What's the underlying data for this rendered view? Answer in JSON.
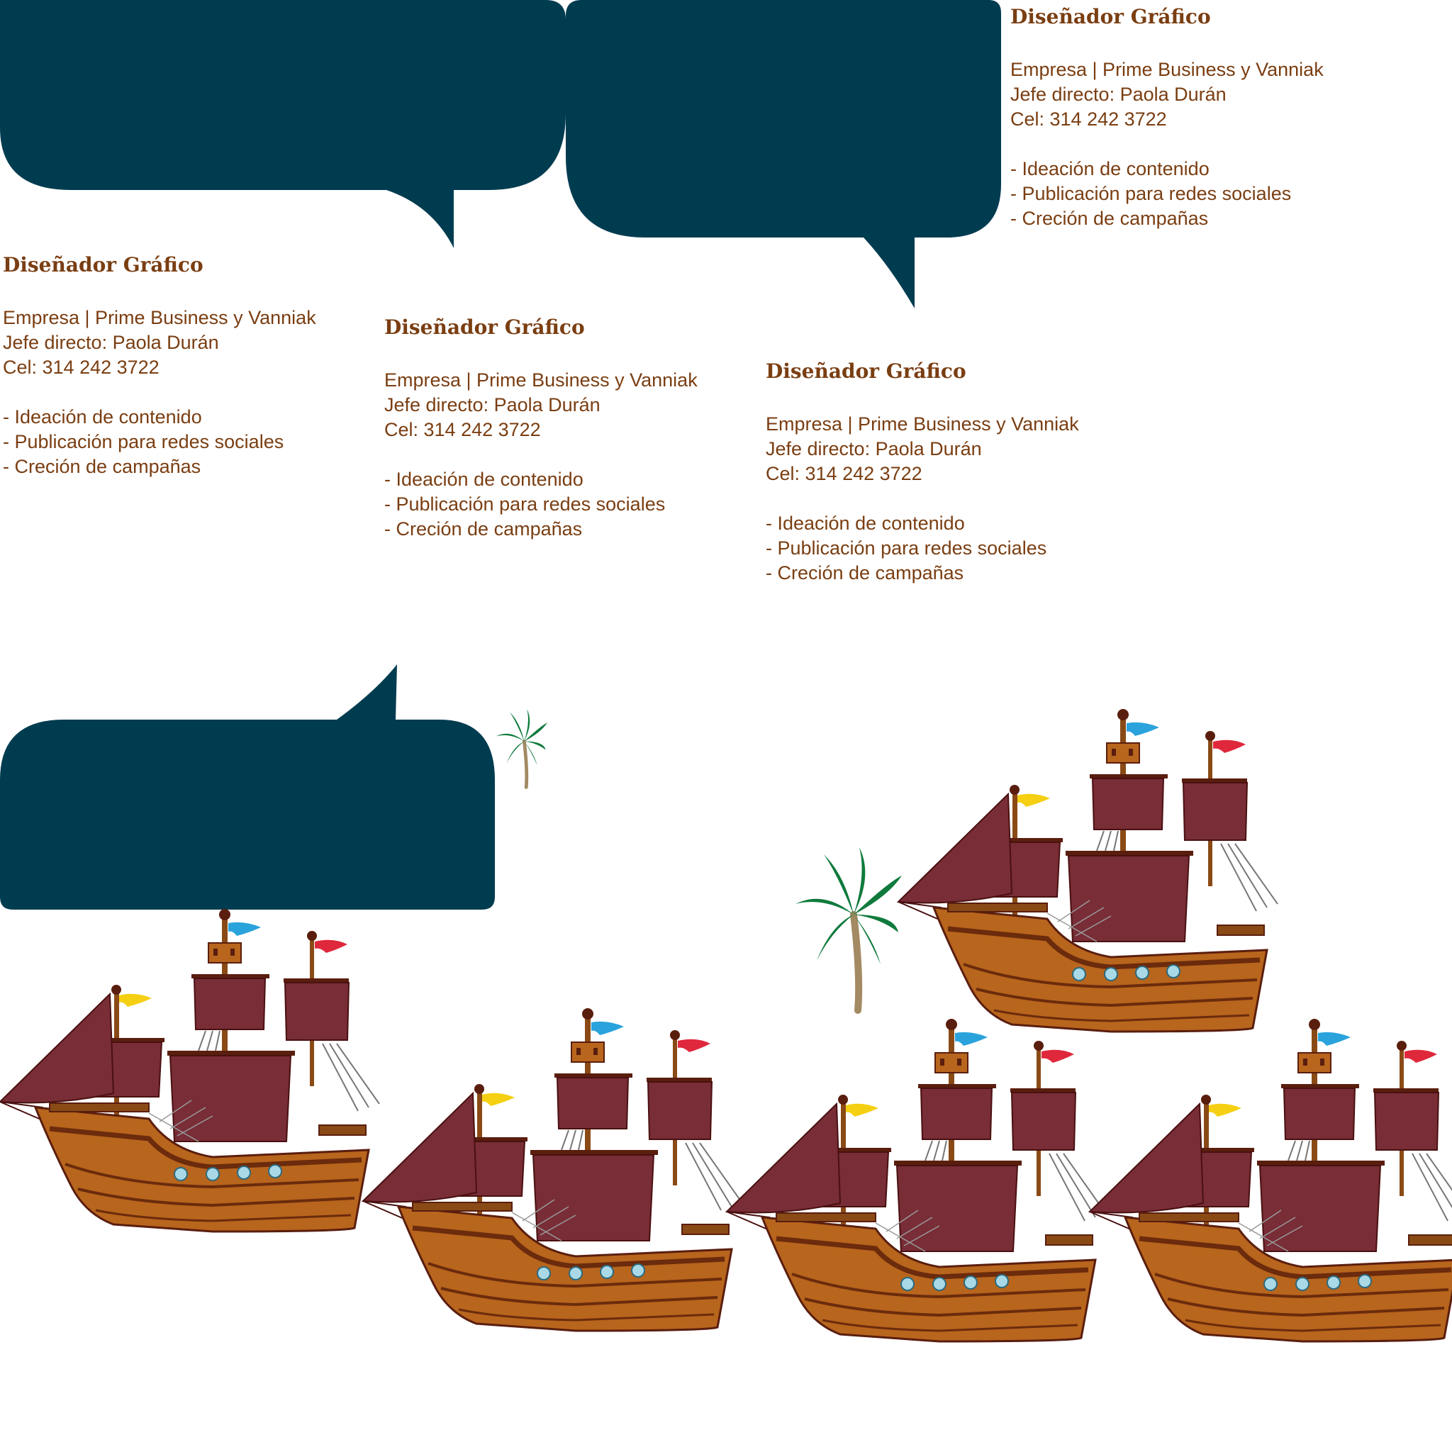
{
  "palette": {
    "bubble": "#003c50",
    "text": "#7a3e12",
    "sail": "#782d37",
    "hull": "#b8651d",
    "hull_dark": "#6b2b0c",
    "porthole": "#a9d9e6",
    "palm": "#0f7a3c",
    "trunk": "#a38a63",
    "flag_blue": "#2aa3dc",
    "flag_yellow": "#f5d012",
    "flag_red": "#e0283c"
  },
  "blocks": [
    {
      "title": "Diseñador Gráfico",
      "company": "Empresa | Prime Business y Vanniak",
      "boss": "Jefe directo: Paola Durán",
      "phone": "Cel: 314 242 3722",
      "tasks": [
        "- Ideación de contenido",
        "- Publicación para redes sociales",
        "- Creción de campañas"
      ]
    },
    {
      "title": "Diseñador Gráfico",
      "company": "Empresa | Prime Business y Vanniak",
      "boss": "Jefe directo: Paola Durán",
      "phone": "Cel: 314 242 3722",
      "tasks": [
        "- Ideación de contenido",
        "- Publicación para redes sociales",
        "- Creción de campañas"
      ]
    },
    {
      "title": "Diseñador Gráfico",
      "company": "Empresa | Prime Business y Vanniak",
      "boss": "Jefe directo: Paola Durán",
      "phone": "Cel: 314 242 3722",
      "tasks": [
        "- Ideación de contenido",
        "- Publicación para redes sociales",
        "- Creción de campañas"
      ]
    },
    {
      "title": "Diseñador Gráfico",
      "company": "Empresa | Prime Business y Vanniak",
      "boss": "Jefe directo: Paola Durán",
      "phone": "Cel: 314 242 3722",
      "tasks": [
        "- Ideación de contenido",
        "- Publicación para redes sociales",
        "- Creción de campañas"
      ]
    }
  ],
  "icons": {
    "bubble": "speech-bubble-icon",
    "ship": "pirate-ship-icon",
    "palm": "palm-tree-icon"
  }
}
